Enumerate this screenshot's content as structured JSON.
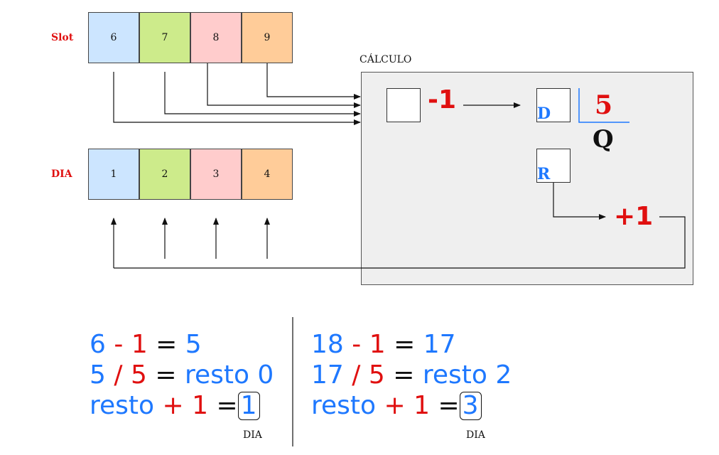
{
  "rows": {
    "slot": {
      "label": "Slot",
      "cells": [
        {
          "value": "6",
          "color": "#cce5ff"
        },
        {
          "value": "7",
          "color": "#cdeb8b"
        },
        {
          "value": "8",
          "color": "#ffcccc"
        },
        {
          "value": "9",
          "color": "#ffcc99"
        }
      ]
    },
    "dia": {
      "label": "DIA",
      "cells": [
        {
          "value": "1",
          "color": "#cce5ff"
        },
        {
          "value": "2",
          "color": "#cdeb8b"
        },
        {
          "value": "3",
          "color": "#ffcccc"
        },
        {
          "value": "4",
          "color": "#ffcc99"
        }
      ]
    }
  },
  "calculo": {
    "title": "CÁLCULO",
    "minus_one": "-1",
    "divisor": "5",
    "d_label": "D",
    "q_label": "Q",
    "r_label": "R",
    "plus_one": "+1"
  },
  "example_left": {
    "line1": {
      "a": "6",
      "op": "-",
      "b": "1",
      "eq": "=",
      "result": "5"
    },
    "line2": {
      "a": "5",
      "op": "/",
      "b": "5",
      "eq": "=",
      "result": "resto 0"
    },
    "line3": {
      "a": "resto",
      "op": "+",
      "b": "1",
      "eq": "=",
      "result": "1"
    },
    "caption": "DIA"
  },
  "example_right": {
    "line1": {
      "a": "18",
      "op": "-",
      "b": "1",
      "eq": "=",
      "result": "17"
    },
    "line2": {
      "a": "17",
      "op": "/",
      "b": "5",
      "eq": "=",
      "result": "resto 2"
    },
    "line3": {
      "a": "resto",
      "op": "+",
      "b": "1",
      "eq": "=",
      "result": "3"
    },
    "caption": "DIA"
  },
  "colors": {
    "accent_blue": "#1e78ff",
    "accent_red": "#e01010",
    "calc_bg": "#efefef"
  }
}
